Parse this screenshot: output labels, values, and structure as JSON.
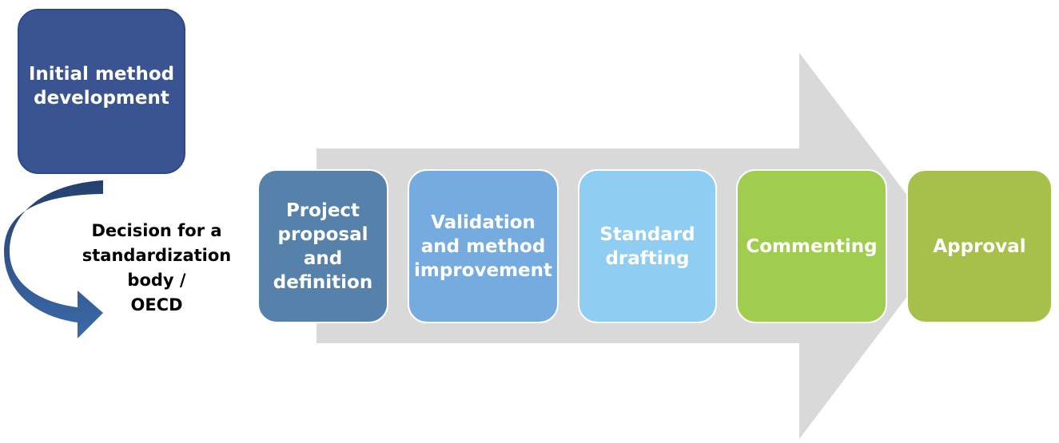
{
  "initial": {
    "label": "Initial method\ndevelopment",
    "color": "#3a5391"
  },
  "decision": {
    "label": "Decision for a\nstandardization body /\nOECD",
    "arrow_color": "#2d4f86"
  },
  "process_arrow_color": "#d9d9d9",
  "steps": [
    {
      "label": "Project\nproposal\nand\ndefinition",
      "color": "#5681ab"
    },
    {
      "label": "Validation\nand method\nimprovement",
      "color": "#76abe0"
    },
    {
      "label": "Standard\ndrafting",
      "color": "#90cdf2"
    },
    {
      "label": "Commenting",
      "color": "#a1cd4e"
    },
    {
      "label": "Approval",
      "color": "#a6c04b"
    }
  ]
}
